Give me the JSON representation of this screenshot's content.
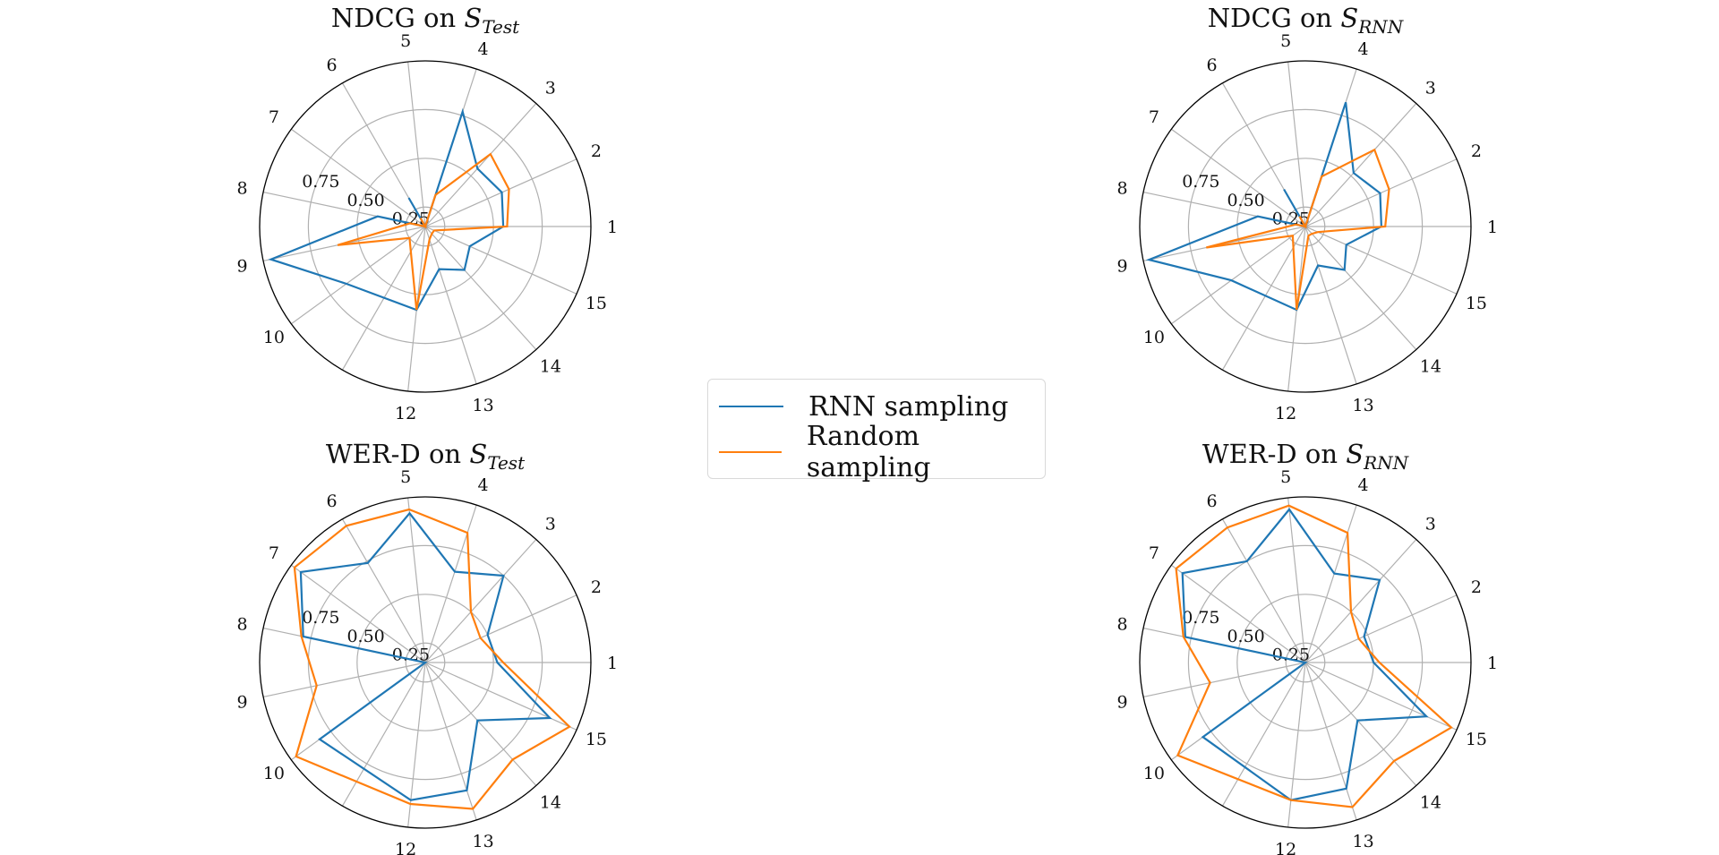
{
  "legend": {
    "rnn_label": "RNN sampling",
    "random_label": "Random sampling"
  },
  "colors": {
    "rnn": "#1f77b4",
    "random": "#ff7f0e"
  },
  "chart_data": [
    {
      "type": "radar",
      "title": "NDCG on ",
      "title_sub": "Test",
      "categories": [
        "1",
        "2",
        "3",
        "4",
        "5",
        "6",
        "7",
        "8",
        "9",
        "10",
        "12",
        "13",
        "14",
        "15"
      ],
      "r_ticks": [
        "0.25",
        "0.50",
        "0.75"
      ],
      "rlim": [
        0.15,
        1.0
      ],
      "series": [
        {
          "name": "RNN sampling",
          "values": [
            0.55,
            0.58,
            0.55,
            0.77,
            0.15,
            0.32,
            0.15,
            0.4,
            0.96,
            0.65,
            0.58,
            0.38,
            0.45,
            0.4
          ]
        },
        {
          "name": "Random sampling",
          "values": [
            0.57,
            0.62,
            0.65,
            0.32,
            0.15,
            0.2,
            0.15,
            0.23,
            0.61,
            0.25,
            0.58,
            0.22,
            0.2,
            0.2
          ]
        }
      ]
    },
    {
      "type": "radar",
      "title": "NDCG on ",
      "title_sub": "RNN",
      "categories": [
        "1",
        "2",
        "3",
        "4",
        "5",
        "6",
        "7",
        "8",
        "9",
        "10",
        "12",
        "13",
        "14",
        "15"
      ],
      "r_ticks": [
        "0.25",
        "0.50",
        "0.75"
      ],
      "rlim": [
        0.15,
        1.0
      ],
      "series": [
        {
          "name": "RNN sampling",
          "values": [
            0.54,
            0.57,
            0.52,
            0.82,
            0.15,
            0.37,
            0.15,
            0.4,
            0.97,
            0.62,
            0.58,
            0.36,
            0.45,
            0.38
          ]
        },
        {
          "name": "Random sampling",
          "values": [
            0.56,
            0.62,
            0.68,
            0.42,
            0.15,
            0.21,
            0.15,
            0.2,
            0.67,
            0.23,
            0.58,
            0.2,
            0.2,
            0.22
          ]
        }
      ]
    },
    {
      "type": "radar",
      "title": "WER-D on ",
      "title_sub": "Test",
      "categories": [
        "1",
        "2",
        "3",
        "4",
        "5",
        "6",
        "7",
        "8",
        "9",
        "10",
        "12",
        "13",
        "14",
        "15"
      ],
      "r_ticks": [
        "0.25",
        "0.50",
        "0.75"
      ],
      "rlim": [
        0.15,
        1.0
      ],
      "series": [
        {
          "name": "RNN sampling",
          "values": [
            0.52,
            0.5,
            0.75,
            0.64,
            0.92,
            0.74,
            0.94,
            0.79,
            0.15,
            0.82,
            0.86,
            0.84,
            0.55,
            0.85
          ]
        },
        {
          "name": "Random sampling",
          "values": [
            0.55,
            0.46,
            0.5,
            0.85,
            0.94,
            0.96,
            0.98,
            0.8,
            0.72,
            0.97,
            0.88,
            0.94,
            0.82,
            0.96
          ]
        }
      ]
    },
    {
      "type": "radar",
      "title": "WER-D on ",
      "title_sub": "RNN",
      "categories": [
        "1",
        "2",
        "3",
        "4",
        "5",
        "6",
        "7",
        "8",
        "9",
        "10",
        "12",
        "13",
        "14",
        "15"
      ],
      "r_ticks": [
        "0.25",
        "0.50",
        "0.75"
      ],
      "rlim": [
        0.15,
        1.0
      ],
      "series": [
        {
          "name": "RNN sampling",
          "values": [
            0.5,
            0.48,
            0.72,
            0.63,
            0.94,
            0.75,
            0.93,
            0.78,
            0.15,
            0.8,
            0.86,
            0.83,
            0.55,
            0.83
          ]
        },
        {
          "name": "Random sampling",
          "values": [
            0.53,
            0.45,
            0.5,
            0.85,
            0.96,
            0.95,
            0.97,
            0.79,
            0.65,
            0.96,
            0.86,
            0.93,
            0.83,
            0.97
          ]
        }
      ]
    }
  ]
}
